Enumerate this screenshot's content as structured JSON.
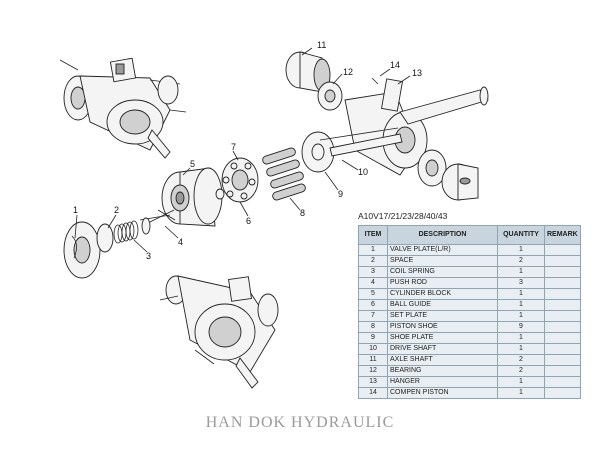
{
  "model": "A10V17/21/23/28/40/43",
  "table": {
    "headers": [
      "ITEM",
      "DESCRIPTION",
      "QUANTITY",
      "REMARK"
    ],
    "rows": [
      [
        "1",
        "VALVE PLATE(L/R)",
        "1",
        ""
      ],
      [
        "2",
        "SPACE",
        "2",
        ""
      ],
      [
        "3",
        "COIL SPRING",
        "1",
        ""
      ],
      [
        "4",
        "PUSH ROD",
        "3",
        ""
      ],
      [
        "5",
        "CYLINDER BLOCK",
        "1",
        ""
      ],
      [
        "6",
        "BALL GUIDE",
        "1",
        ""
      ],
      [
        "7",
        "SET PLATE",
        "1",
        ""
      ],
      [
        "8",
        "PISTON SHOE",
        "9",
        ""
      ],
      [
        "9",
        "SHOE PLATE",
        "1",
        ""
      ],
      [
        "10",
        "DRIVE SHAFT",
        "1",
        ""
      ],
      [
        "11",
        "AXLE SHAFT",
        "2",
        ""
      ],
      [
        "12",
        "BEARING",
        "2",
        ""
      ],
      [
        "13",
        "HANGER",
        "1",
        ""
      ],
      [
        "14",
        "COMPEN PISTON",
        "1",
        ""
      ]
    ]
  },
  "callouts": [
    "1",
    "2",
    "3",
    "4",
    "5",
    "6",
    "7",
    "8",
    "9",
    "10",
    "11",
    "12",
    "13",
    "14"
  ],
  "brand": "HAN DOK HYDRAULIC"
}
